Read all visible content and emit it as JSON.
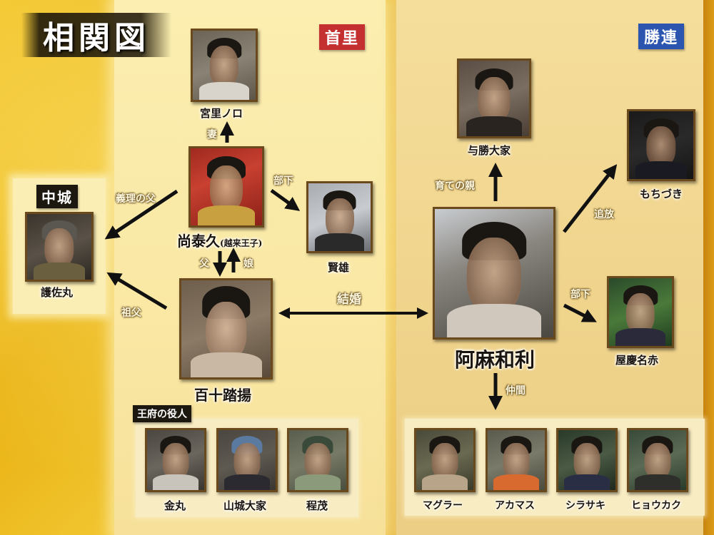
{
  "title": "相関図",
  "factions": {
    "shuri": {
      "label": "首里",
      "color": "#c43030"
    },
    "katsuren": {
      "label": "勝連",
      "color": "#2c55b0"
    },
    "nakagusuku": {
      "label": "中城",
      "color": "#1c1810"
    }
  },
  "groups": {
    "ofu": {
      "label": "王府の役人"
    },
    "nakama": {
      "label": "仲間"
    }
  },
  "characters": {
    "miyazato_noro": {
      "name": "宮里ノロ"
    },
    "sho_taikyu": {
      "name": "尚泰久",
      "subtitle": "(越来王子)"
    },
    "kenyu": {
      "name": "賢雄"
    },
    "momoto_fumiagari": {
      "name": "百十踏揚"
    },
    "gosamaru": {
      "name": "護佐丸"
    },
    "kanamaru": {
      "name": "金丸"
    },
    "yamagusuku_ufuya": {
      "name": "山城大家"
    },
    "teimo": {
      "name": "程茂"
    },
    "yokatsu_ufuya": {
      "name": "与勝大家"
    },
    "mochizuki": {
      "name": "もちづき"
    },
    "amawari": {
      "name": "阿麻和利"
    },
    "yagenaaka": {
      "name": "屋慶名赤"
    },
    "magura": {
      "name": "マグラー"
    },
    "akamasu": {
      "name": "アカマス"
    },
    "shirasaki": {
      "name": "シラサキ"
    },
    "hyoukaku": {
      "name": "ヒョウカク"
    }
  },
  "relations": {
    "wife": "妻",
    "subordinate_kenyu": "部下",
    "father_in_law": "義理の父",
    "father": "父",
    "daughter": "娘",
    "grandfather": "祖父",
    "marriage": "結婚",
    "foster_parent": "育ての親",
    "exile": "追放",
    "subordinate_yagenaaka": "部下",
    "comrades": "仲間"
  },
  "colors": {
    "background_gold": "#e8b010",
    "panel_shuri": "#fbeeb0",
    "panel_katsuren": "#f0d58e",
    "frame_brown": "#6a4a1c",
    "arrow": "#111111"
  }
}
